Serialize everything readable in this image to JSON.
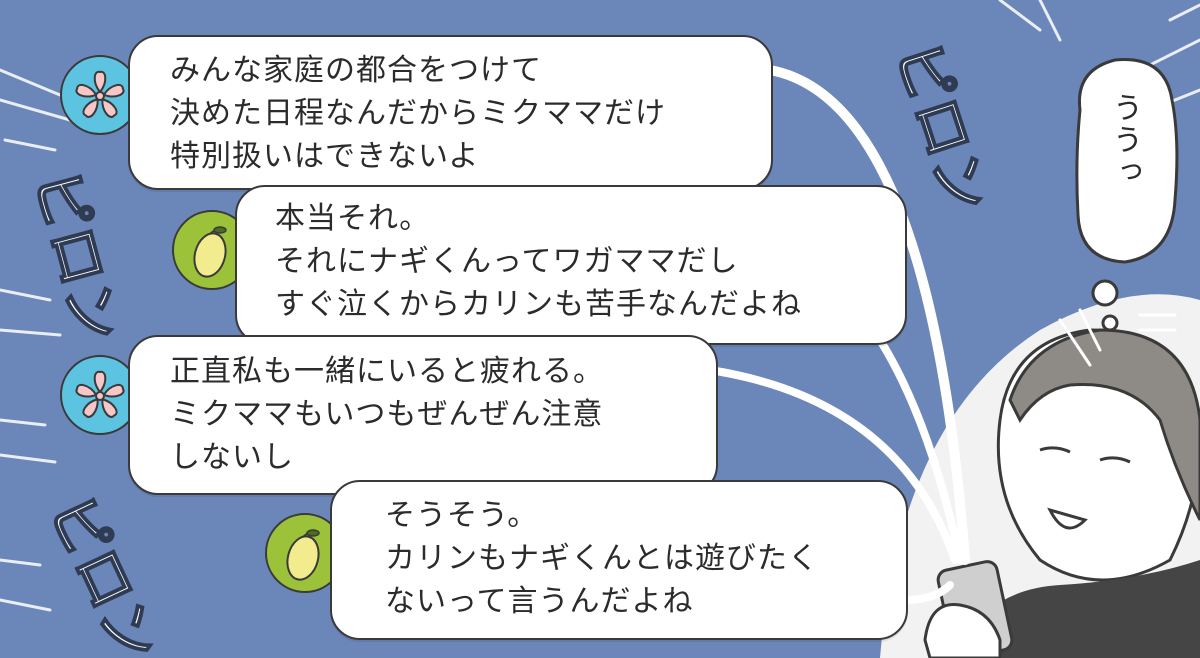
{
  "messages": [
    {
      "avatar": "sakura-flower-icon",
      "lines": [
        "みんな家庭の都合をつけて",
        "決めた日程なんだからミクママだけ",
        "特別扱いはできないよ"
      ]
    },
    {
      "avatar": "lemon-icon",
      "lines": [
        "本当それ。",
        "それにナギくんってワガママだし",
        "すぐ泣くからカリンも苦手なんだよね"
      ]
    },
    {
      "avatar": "sakura-flower-icon",
      "lines": [
        "正直私も一緒にいると疲れる。",
        "ミクママもいつもぜんぜん注意",
        "しないし"
      ]
    },
    {
      "avatar": "lemon-icon",
      "lines": [
        "そうそう。",
        "カリンもナギくんとは遊びたく",
        "ないって言うんだよね"
      ]
    }
  ],
  "sound_effects": [
    "ピロン",
    "ピロン",
    "ピロン"
  ],
  "thought": "ううっ",
  "colors": {
    "background": "#6b86b8",
    "sakura_avatar": "#5cc3e0",
    "lemon_avatar": "#9cc23a",
    "bubble": "#ffffff",
    "outline": "#3a3a3a"
  }
}
